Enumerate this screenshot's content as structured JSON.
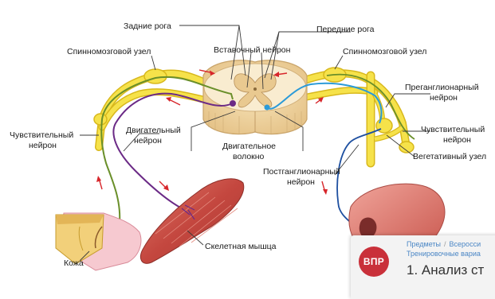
{
  "labels": {
    "dorsal_horns": "Задние рога",
    "ventral_horns": "Передние рога",
    "spinal_ganglion_left": "Спинномозговой узел",
    "spinal_ganglion_right": "Спинномозговой узел",
    "interneuron": "Вставочный нейрон",
    "preganglionic_line1": "Преганглионарный",
    "preganglionic_line2": "нейрон",
    "sensory_left_line1": "Чувствительный",
    "sensory_left_line2": "нейрон",
    "motor_line1": "Двигательный",
    "motor_line2": "нейрон",
    "motor_fiber_line1": "Двигательное",
    "motor_fiber_line2": "волокно",
    "sensory_right_line1": "Чувствительный",
    "sensory_right_line2": "нейрон",
    "autonomic_ganglion": "Вегетативный узел",
    "postganglionic_line1": "Постганглионарный",
    "postganglionic_line2": "нейрон",
    "skeletal_muscle": "Скелетная мышца",
    "skin": "Кожа"
  },
  "overlay": {
    "logo": "ВПР",
    "crumb_1": "Предметы",
    "crumb_sep": "/",
    "crumb_2": "Всеросси",
    "subcrumb": "Тренировочные вариа",
    "heading": "1. Анализ ст"
  },
  "colors": {
    "nerve_yellow": "#f6e24a",
    "nerve_outline": "#d8b81c",
    "sensory_green": "#6a8f2a",
    "motor_purple": "#6b2a86",
    "autonomic_blue": "#1d4fa0",
    "interneuron_cyan": "#2a9ad8",
    "arrow_red": "#d7262b",
    "muscle_red": "#c9453e",
    "vpr_red": "#c9303a"
  }
}
